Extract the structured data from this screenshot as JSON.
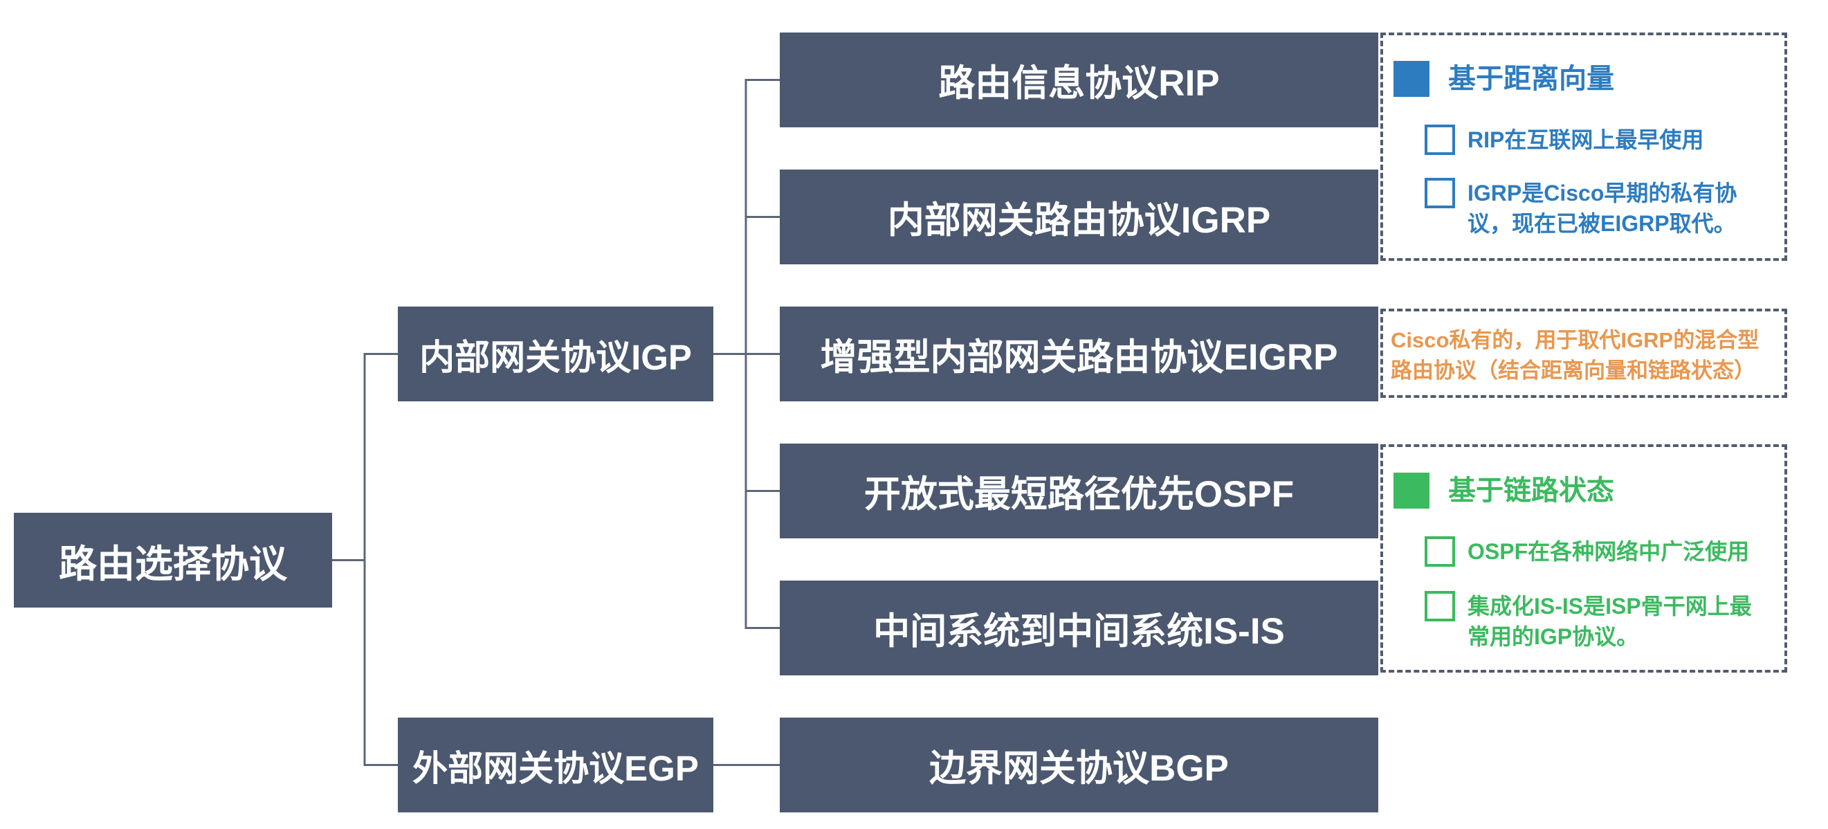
{
  "diagram": {
    "root": {
      "label": "路由选择协议"
    },
    "categories": {
      "igp": {
        "label": "内部网关协议IGP"
      },
      "egp": {
        "label": "外部网关协议EGP"
      }
    },
    "igp_protocols": [
      {
        "label": "路由信息协议RIP"
      },
      {
        "label": "内部网关路由协议IGRP"
      },
      {
        "label": "增强型内部网关路由协议EIGRP"
      },
      {
        "label": "开放式最短路径优先OSPF"
      },
      {
        "label": "中间系统到中间系统IS-IS"
      }
    ],
    "egp_protocols": [
      {
        "label": "边界网关协议BGP"
      }
    ],
    "notes": {
      "distance_vector": {
        "bullet_icon": "filled-square-icon",
        "item_icon": "hollow-square-icon",
        "heading": "基于距离向量",
        "items": [
          {
            "lines": [
              "RIP在互联网上最早使用"
            ]
          },
          {
            "lines": [
              "IGRP是Cisco早期的私有协",
              "议，现在已被EIGRP取代。"
            ]
          }
        ]
      },
      "hybrid": {
        "lines": [
          "Cisco私有的，用于取代IGRP的混合型",
          "路由协议（结合距离向量和链路状态）"
        ]
      },
      "link_state": {
        "bullet_icon": "filled-square-icon",
        "item_icon": "hollow-square-icon",
        "heading": "基于链路状态",
        "items": [
          {
            "lines": [
              "OSPF在各种网络中广泛使用"
            ]
          },
          {
            "lines": [
              "集成化IS-IS是ISP骨干网上最",
              "常用的IGP协议。"
            ]
          }
        ]
      }
    }
  },
  "colors": {
    "background": "#ffffff",
    "node_fill": "#4b586f",
    "node_text": "#ffffff",
    "connector": "#5e6777",
    "note_border": "#525c6c",
    "distance_vector": "#2d7cc0",
    "hybrid": "#e8974e",
    "link_state": "#3bba5f"
  }
}
